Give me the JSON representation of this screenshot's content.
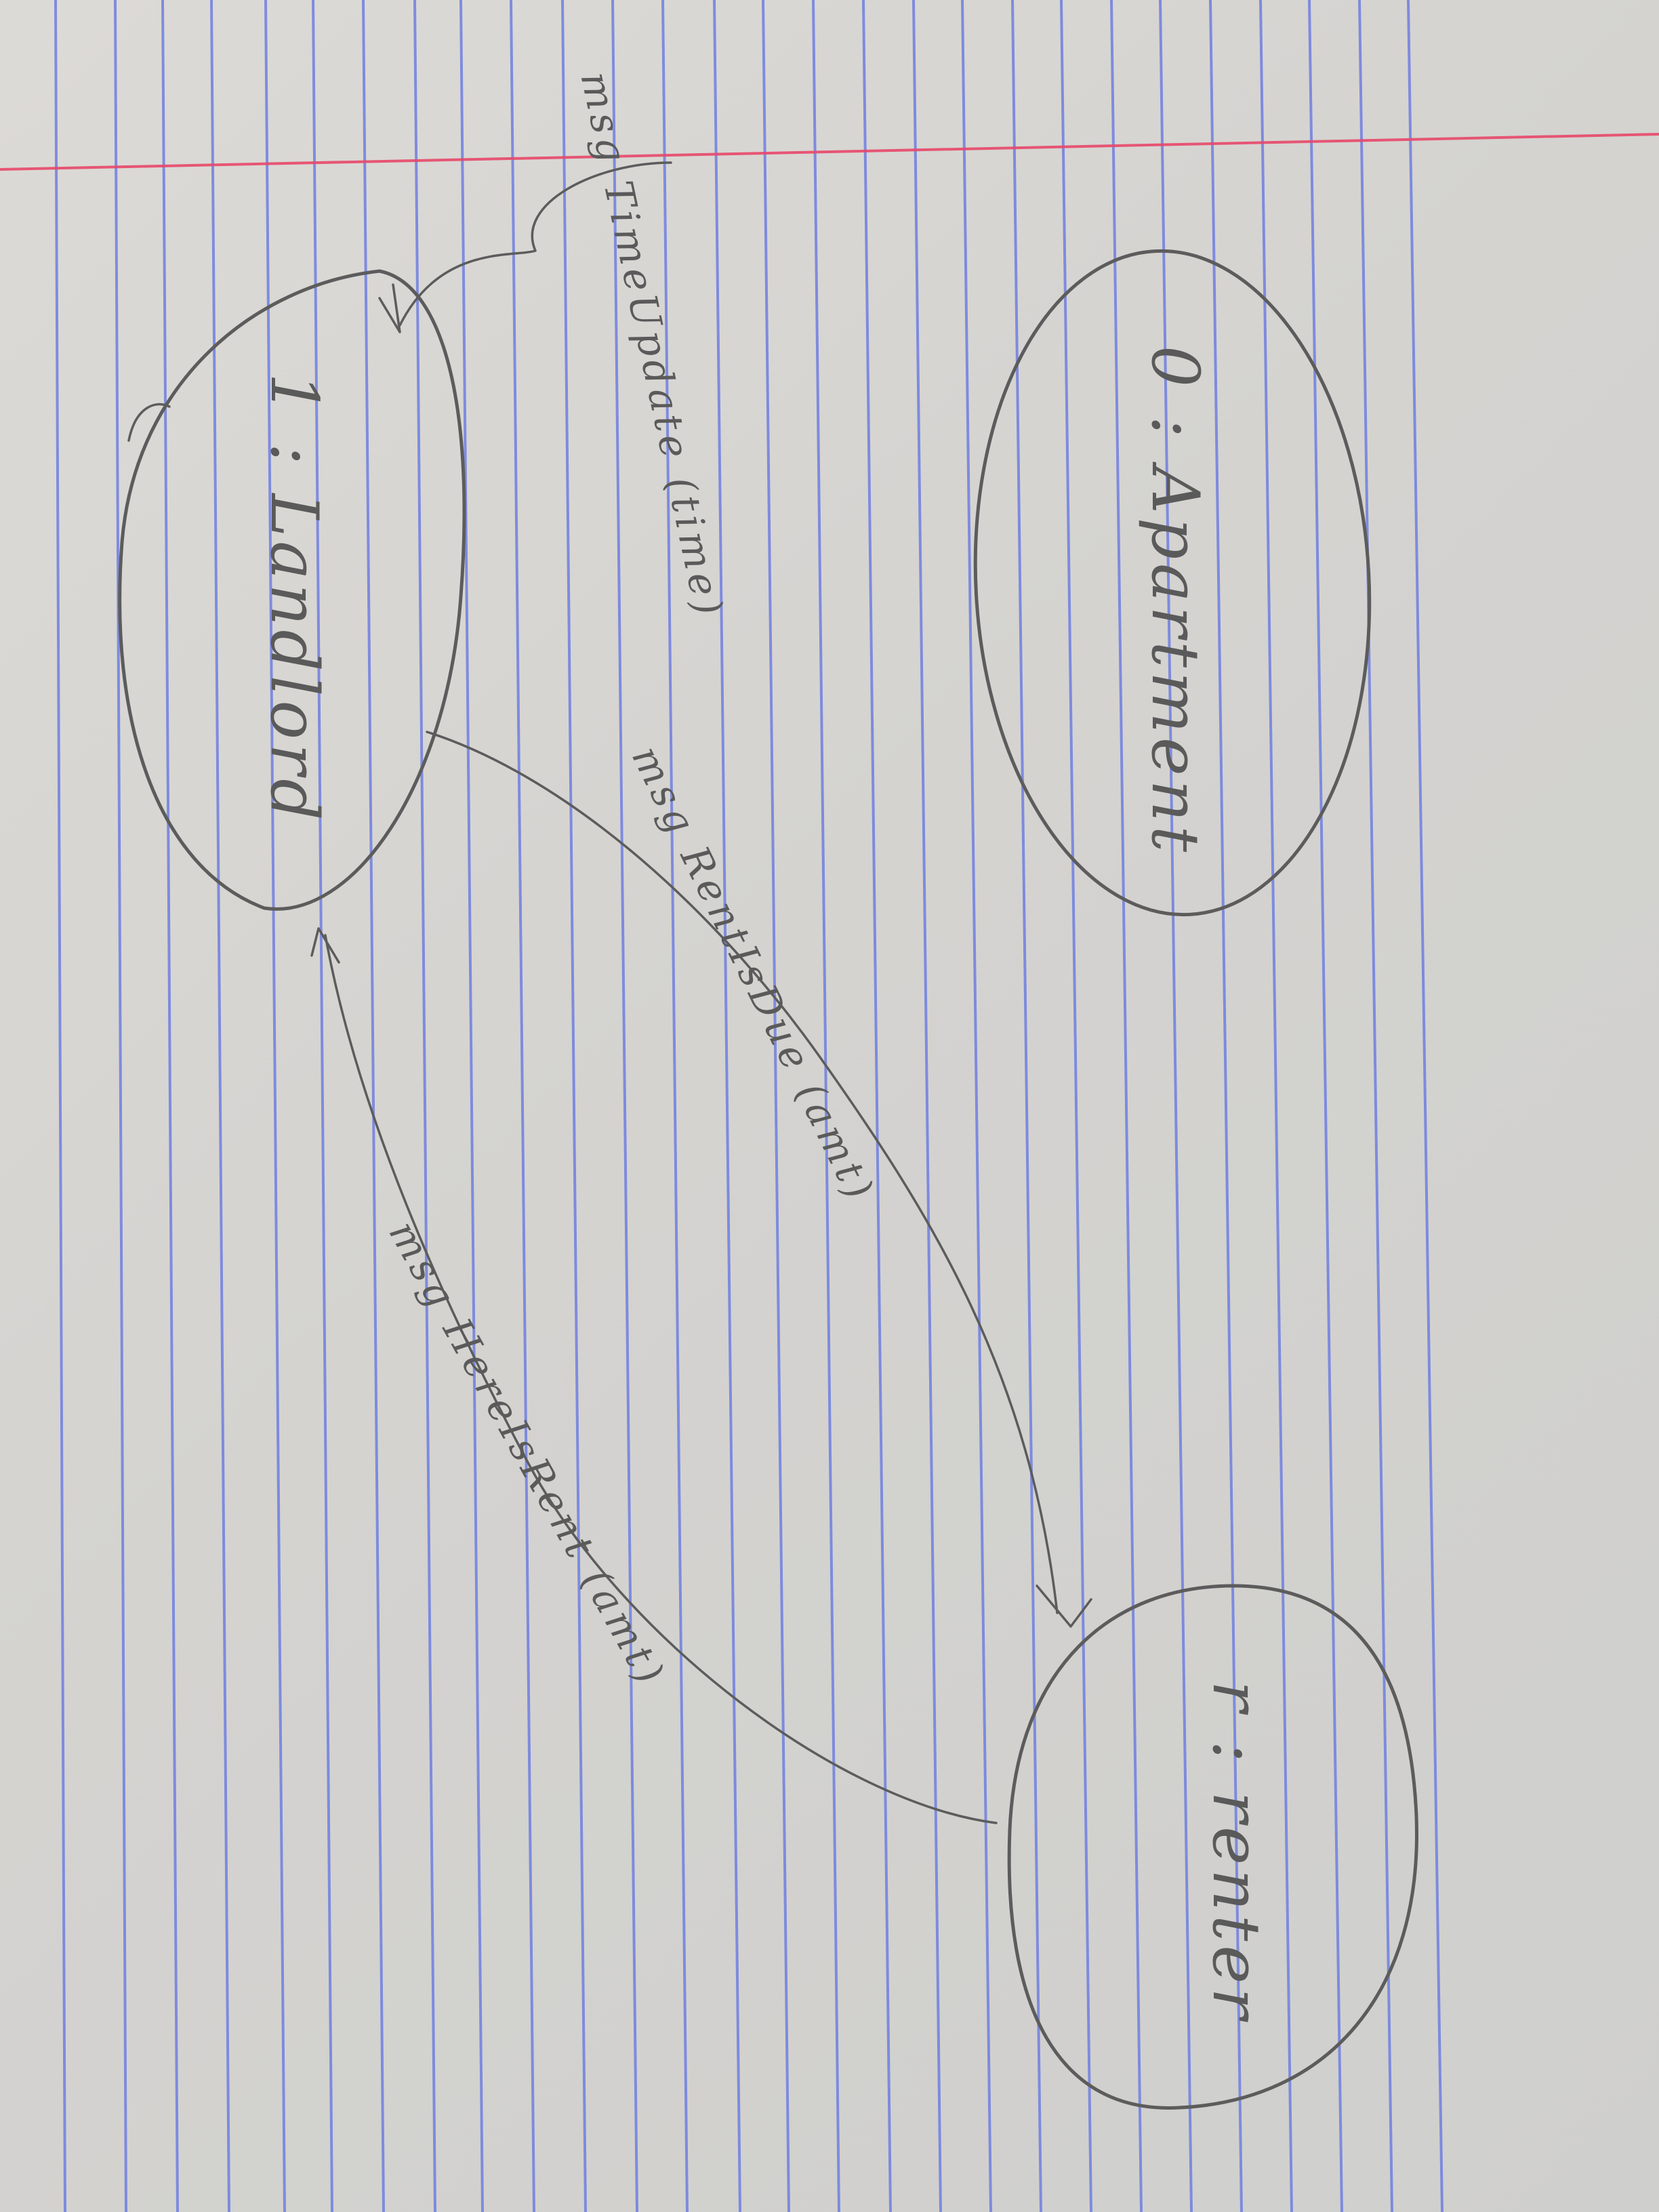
{
  "nodes": [
    {
      "id": "apartment",
      "label": "0 : Apartment"
    },
    {
      "id": "landlord",
      "label": "1 : Landlord"
    },
    {
      "id": "renter",
      "label": "r : renter"
    }
  ],
  "messages": [
    {
      "id": "time-update",
      "label": "msg TimeUpdate (time)",
      "from": "",
      "to": "landlord"
    },
    {
      "id": "rent-is-due",
      "label": "msg RentIsDue (amt)",
      "from": "landlord",
      "to": "renter"
    },
    {
      "id": "here-is-rent",
      "label": "msg HereIsRent (amt)",
      "from": "renter",
      "to": "landlord"
    }
  ],
  "colors": {
    "paper": "#d6d5d2",
    "ruled_line": "#6f7fe0",
    "margin_line": "#e8486a",
    "pencil": "#5c5c5c"
  }
}
